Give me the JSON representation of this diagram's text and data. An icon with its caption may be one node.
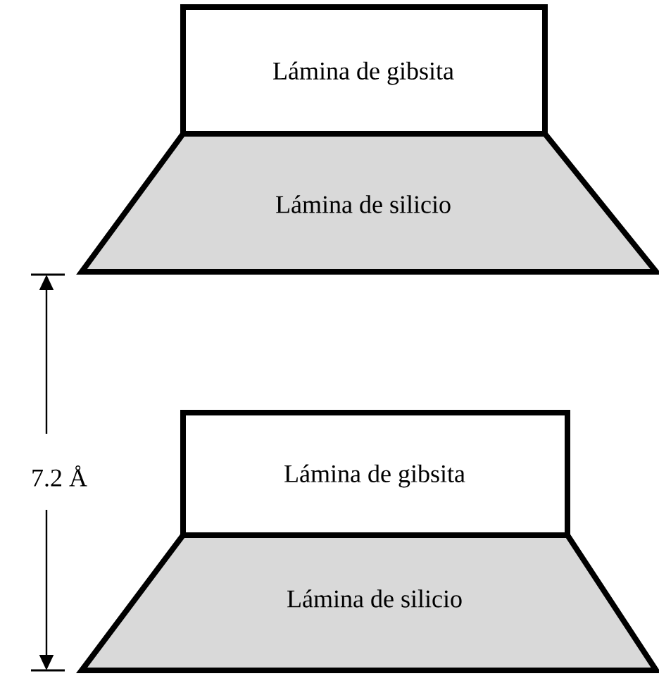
{
  "diagram": {
    "nodes": [
      {
        "text": [
          "Lámina de gibsita"
        ]
      },
      {
        "text": [
          "Lámina de silicio"
        ]
      },
      {
        "text": [
          "Lámina de gibsita"
        ]
      },
      {
        "text": [
          "Lámina de silicio"
        ]
      }
    ],
    "labels": [
      "7.2 Å"
    ]
  }
}
